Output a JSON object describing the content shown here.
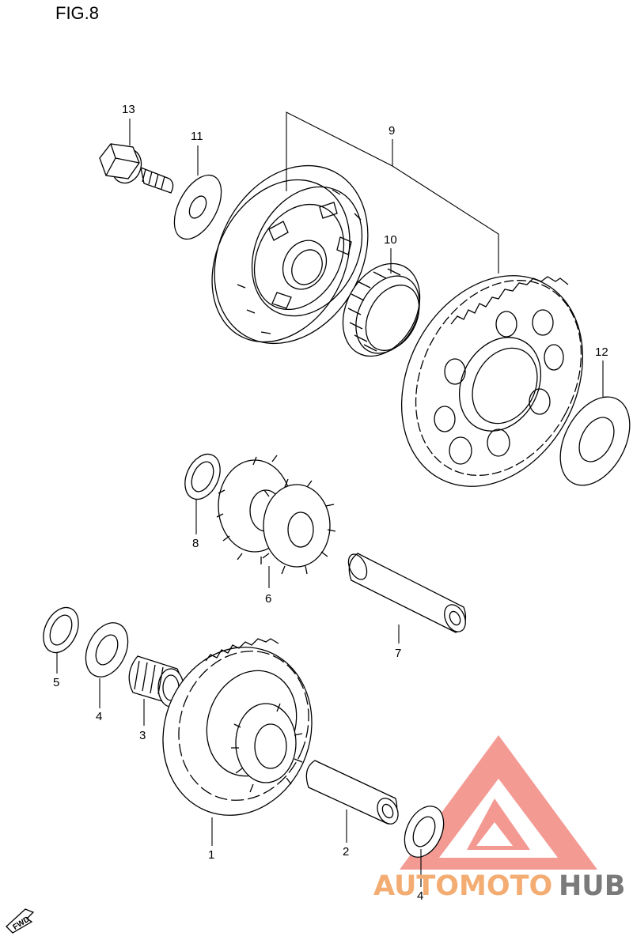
{
  "figure": {
    "title": "FIG.8"
  },
  "parts": [
    {
      "ref": "1"
    },
    {
      "ref": "2"
    },
    {
      "ref": "3"
    },
    {
      "ref": "4"
    },
    {
      "ref": "4"
    },
    {
      "ref": "5"
    },
    {
      "ref": "6"
    },
    {
      "ref": "7"
    },
    {
      "ref": "8"
    },
    {
      "ref": "9"
    },
    {
      "ref": "10"
    },
    {
      "ref": "11"
    },
    {
      "ref": "12"
    },
    {
      "ref": "13"
    }
  ],
  "direction_badge": {
    "label": "FWD"
  },
  "watermark": {
    "brand_first": "AUTOMOTO",
    "brand_second": "HUB",
    "colors": {
      "triangle": "#f07b72",
      "brand_first": "#f3ad73",
      "brand_second": "#7a7a7a"
    }
  }
}
